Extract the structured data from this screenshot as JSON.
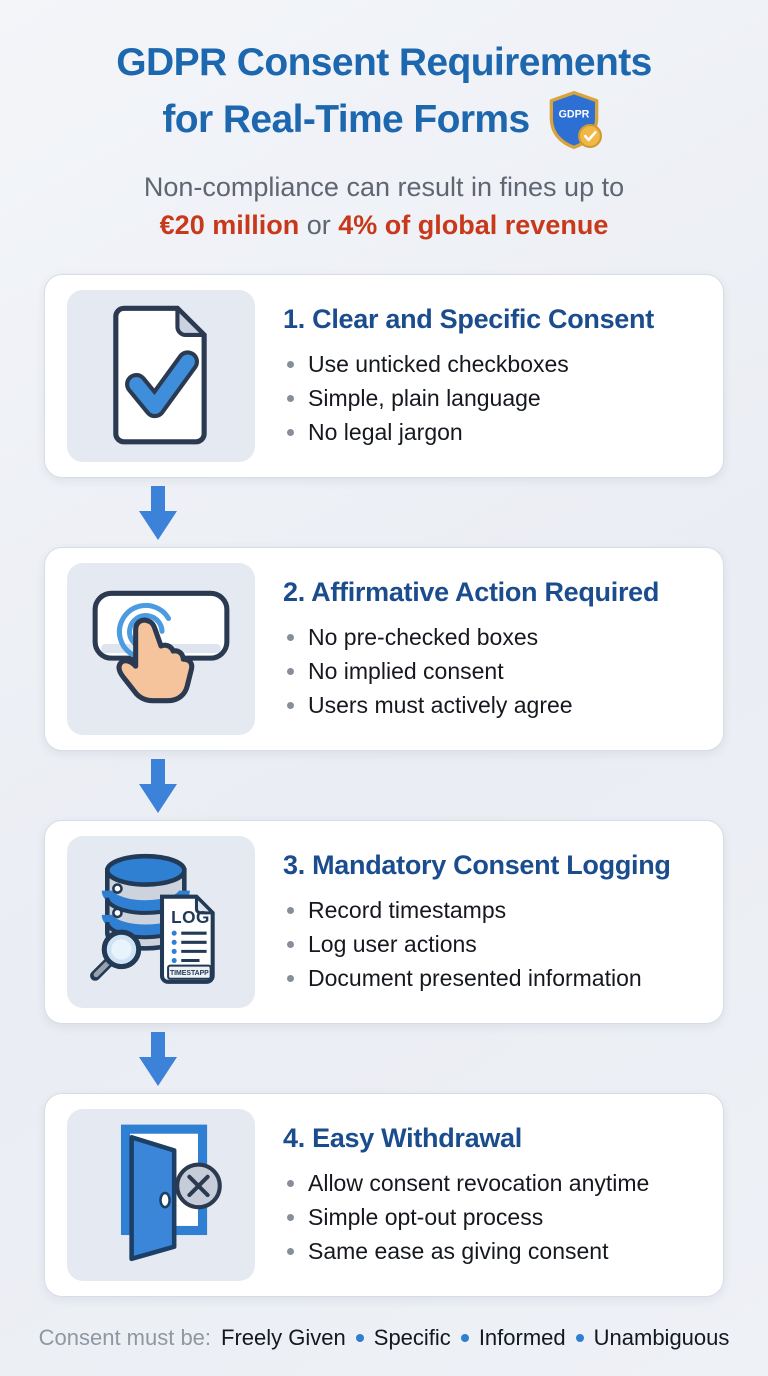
{
  "header": {
    "title_line1": "GDPR Consent Requirements",
    "title_line2": "for Real-Time Forms",
    "badge": {
      "icon": "gdpr-shield-check",
      "label": "GDPR"
    },
    "subtitle_line1": "Non-compliance can result in fines up to",
    "fine_amount": "€20 million",
    "conjunction": "or",
    "fine_percent": "4% of global revenue"
  },
  "cards": [
    {
      "icon": "document-check",
      "title": "1. Clear and Specific Consent",
      "bullets": [
        "Use unticked checkboxes",
        "Simple, plain language",
        "No legal jargon"
      ]
    },
    {
      "icon": "click-hand",
      "title": "2. Affirmative Action Required",
      "bullets": [
        "No pre-checked boxes",
        "No implied consent",
        "Users must actively agree"
      ]
    },
    {
      "icon": "database-log",
      "title": "3. Mandatory Consent Logging",
      "icon_labels": {
        "doc_header": "LOG",
        "doc_tag": "TIMESTAPP"
      },
      "bullets": [
        "Record timestamps",
        "Log user actions",
        "Document presented information"
      ]
    },
    {
      "icon": "door-exit",
      "title": "4. Easy Withdrawal",
      "bullets": [
        "Allow consent revocation anytime",
        "Simple opt-out process",
        "Same ease as giving consent"
      ]
    }
  ],
  "footer": {
    "prefix": "Consent must be:",
    "principles": [
      "Freely Given",
      "Specific",
      "Informed",
      "Unambiguous"
    ]
  },
  "colors": {
    "page_bg": "#edf0f5",
    "title_blue": "#1d67ae",
    "heading_navy": "#1b4d8e",
    "alert_red": "#c8391b",
    "arrow_blue": "#3b82d8",
    "icon_tile_bg": "#e5eaf2",
    "card_bg": "#ffffff",
    "muted_gray": "#5f6672",
    "footer_dot_blue": "#2f7fd3"
  }
}
